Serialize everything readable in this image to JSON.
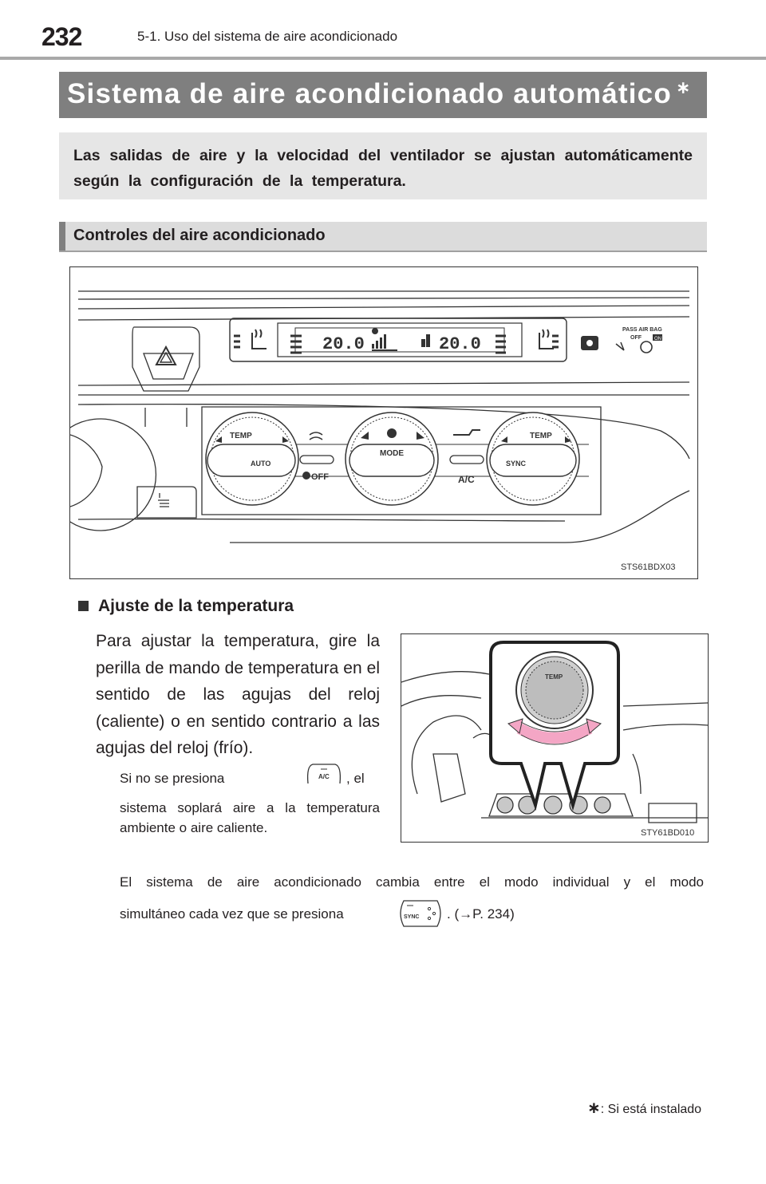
{
  "header": {
    "page_number": "232",
    "section": "5-1. Uso del sistema de aire acondicionado"
  },
  "title": {
    "text": "Sistema de aire acondicionado automático",
    "marker": "∗"
  },
  "intro": "Las salidas de aire y la velocidad del ventilador se ajustan automáticamente según la configuración de la temperatura.",
  "controls_heading": "Controles del aire acondicionado",
  "figure1": {
    "code": "STS61BDX03",
    "display_left": "20.0",
    "display_right": "20.0",
    "airbag_label": "PASS AIR BAG",
    "airbag_off": "OFF",
    "airbag_on": "ON",
    "knob_temp": "TEMP",
    "btn_auto": "AUTO",
    "btn_mode": "MODE",
    "btn_off": "OFF",
    "btn_ac": "A/C",
    "btn_sync": "SYNC"
  },
  "section": {
    "heading": "Ajuste de la temperatura",
    "paragraph": "Para ajustar la temperatura, gire la perilla de mando de temperatura en el sentido de las agujas del reloj (caliente) o en sentido contrario a las agujas del reloj (frío).",
    "note1_a": "Si no se presiona",
    "note1_a_end": ", el",
    "note1_b": "sistema soplará aire a la temperatura ambiente o aire caliente.",
    "note2_a": "El sistema de aire acondicionado cambia entre el modo individual y el modo",
    "note2_b": "simultáneo cada vez que se presiona",
    "note2_c": ". (→P. 234)"
  },
  "figure2": {
    "code": "STY61BD010",
    "knob_label": "TEMP"
  },
  "inline_icons": {
    "ac_label": "A/C",
    "sync_label": "SYNC"
  },
  "footnote": {
    "marker": "∗",
    "text": ": Si está instalado"
  }
}
